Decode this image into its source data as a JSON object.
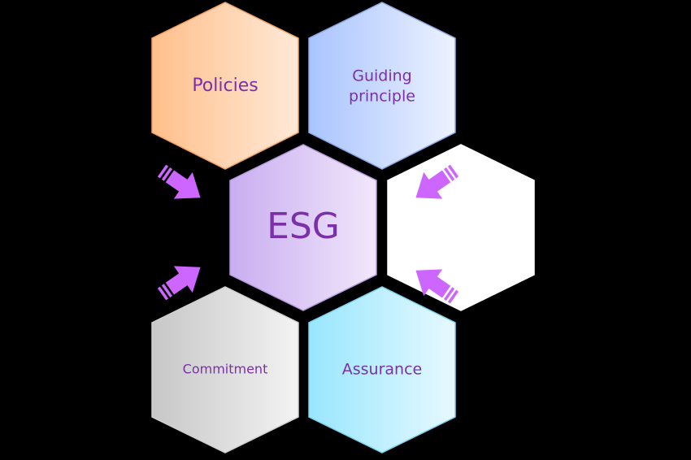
{
  "diagram": {
    "center": {
      "label": "ESG",
      "color": "#7b2fa8"
    },
    "hexagons": [
      {
        "key": "policies",
        "lines": [
          "Policies"
        ],
        "fill_from": "#ffbf8a",
        "fill_to": "#ffe9d8",
        "stroke": "#f3a36a"
      },
      {
        "key": "guiding",
        "lines": [
          "Guiding",
          "principle"
        ],
        "fill_from": "#a9c4ff",
        "fill_to": "#edf2ff",
        "stroke": "#8fa9e6"
      },
      {
        "key": "blank",
        "lines": [],
        "fill_from": "#ffffff",
        "fill_to": "#ffffff",
        "stroke": "#ffffff"
      },
      {
        "key": "commitment",
        "lines": [
          "Commitment"
        ],
        "fill_from": "#c7c7c7",
        "fill_to": "#f3f3f3",
        "stroke": "#d0d0d0"
      },
      {
        "key": "assurance",
        "lines": [
          "Assurance"
        ],
        "fill_from": "#99e6ff",
        "fill_to": "#e6f9ff",
        "stroke": "#7fd3ef"
      }
    ],
    "center_fill_from": "#c9aef0",
    "center_fill_to": "#f1e7fb",
    "label_color": "#7b2fa8",
    "arrow_color": "#cc66ff"
  }
}
